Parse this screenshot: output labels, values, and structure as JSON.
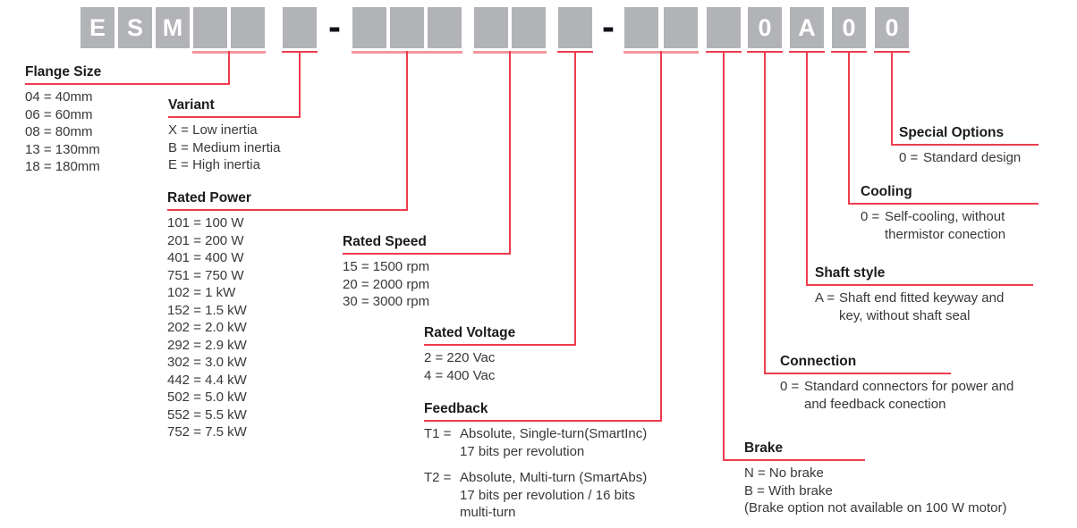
{
  "colors": {
    "box_gray": "#b1b3b6",
    "box_text": "#ffffff",
    "bracket_red": "#ee3c4e",
    "bar_pink": "#f4959c",
    "dash_dark": "#12121a",
    "heading_text": "#1b1b1d",
    "body_text": "#38383a",
    "background": "#ffffff"
  },
  "model_code": {
    "separator": "-",
    "groups": [
      {
        "fields": [
          {
            "ref": "series",
            "chars": [
              "E",
              "S",
              "M"
            ]
          },
          {
            "ref": "flange-size",
            "chars": [
              "",
              ""
            ]
          },
          {
            "ref": "variant",
            "chars": [
              ""
            ]
          }
        ]
      },
      {
        "fields": [
          {
            "ref": "rated-power",
            "chars": [
              "",
              "",
              ""
            ]
          },
          {
            "ref": "rated-speed",
            "chars": [
              "",
              ""
            ]
          },
          {
            "ref": "rated-voltage",
            "chars": [
              ""
            ]
          }
        ]
      },
      {
        "fields": [
          {
            "ref": "feedback",
            "chars": [
              "",
              ""
            ]
          },
          {
            "ref": "brake",
            "chars": [
              ""
            ]
          },
          {
            "ref": "connection",
            "chars": [
              "0"
            ]
          },
          {
            "ref": "shaft-style",
            "chars": [
              "A"
            ]
          },
          {
            "ref": "cooling",
            "chars": [
              "0"
            ]
          },
          {
            "ref": "special-options",
            "chars": [
              "0"
            ]
          }
        ]
      }
    ]
  },
  "sections": [
    {
      "id": "flange-size",
      "title": "Flange Size",
      "items": [
        {
          "lines": [
            "04 = 40mm"
          ]
        },
        {
          "lines": [
            "06 = 60mm"
          ]
        },
        {
          "lines": [
            "08 = 80mm"
          ]
        },
        {
          "lines": [
            "13 = 130mm"
          ]
        },
        {
          "lines": [
            "18 = 180mm"
          ]
        }
      ]
    },
    {
      "id": "variant",
      "title": "Variant",
      "items": [
        {
          "lines": [
            "X = Low inertia"
          ]
        },
        {
          "lines": [
            "B = Medium inertia"
          ]
        },
        {
          "lines": [
            "E = High inertia"
          ]
        }
      ]
    },
    {
      "id": "rated-power",
      "title": "Rated Power",
      "items": [
        {
          "lines": [
            "101 = 100 W"
          ]
        },
        {
          "lines": [
            "201 = 200 W"
          ]
        },
        {
          "lines": [
            "401 = 400 W"
          ]
        },
        {
          "lines": [
            "751 = 750 W"
          ]
        },
        {
          "lines": [
            "102 = 1 kW"
          ]
        },
        {
          "lines": [
            "152 = 1.5 kW"
          ]
        },
        {
          "lines": [
            "202 = 2.0 kW"
          ]
        },
        {
          "lines": [
            "292 = 2.9 kW"
          ]
        },
        {
          "lines": [
            "302 = 3.0 kW"
          ]
        },
        {
          "lines": [
            "442 = 4.4 kW"
          ]
        },
        {
          "lines": [
            "502 = 5.0 kW"
          ]
        },
        {
          "lines": [
            "552 = 5.5 kW"
          ]
        },
        {
          "lines": [
            "752 = 7.5 kW"
          ]
        }
      ]
    },
    {
      "id": "rated-speed",
      "title": "Rated Speed",
      "items": [
        {
          "lines": [
            "15 = 1500 rpm"
          ]
        },
        {
          "lines": [
            "20 = 2000 rpm"
          ]
        },
        {
          "lines": [
            "30 = 3000 rpm"
          ]
        }
      ]
    },
    {
      "id": "rated-voltage",
      "title": "Rated Voltage",
      "items": [
        {
          "lines": [
            "2 = 220 Vac"
          ]
        },
        {
          "lines": [
            "4 = 400 Vac"
          ]
        }
      ]
    },
    {
      "id": "feedback",
      "title": "Feedback",
      "items": [
        {
          "code": "T1 =",
          "lines": [
            "Absolute, Single-turn(SmartInc)",
            "17 bits per revolution"
          ]
        },
        {
          "code": "T2 =",
          "lines": [
            "Absolute, Multi-turn (SmartAbs)",
            "17 bits per revolution / 16 bits",
            "multi-turn"
          ]
        }
      ]
    },
    {
      "id": "brake",
      "title": "Brake",
      "items": [
        {
          "lines": [
            "N = No brake"
          ]
        },
        {
          "lines": [
            "B = With brake"
          ]
        },
        {
          "lines": [
            "(Brake option not available on 100 W motor)"
          ]
        }
      ]
    },
    {
      "id": "connection",
      "title": "Connection",
      "items": [
        {
          "code": "0 =",
          "lines": [
            "Standard connectors for power and",
            "and feedback conection"
          ]
        }
      ]
    },
    {
      "id": "shaft-style",
      "title": "Shaft style",
      "items": [
        {
          "code": "A =",
          "lines": [
            "Shaft end fitted keyway and",
            "key, without shaft seal"
          ]
        }
      ]
    },
    {
      "id": "cooling",
      "title": "Cooling",
      "items": [
        {
          "code": "0 =",
          "lines": [
            "Self-cooling, without",
            "thermistor conection"
          ]
        }
      ]
    },
    {
      "id": "special-options",
      "title": "Special Options",
      "items": [
        {
          "code": "0 =",
          "lines": [
            "Standard design"
          ]
        }
      ]
    }
  ]
}
